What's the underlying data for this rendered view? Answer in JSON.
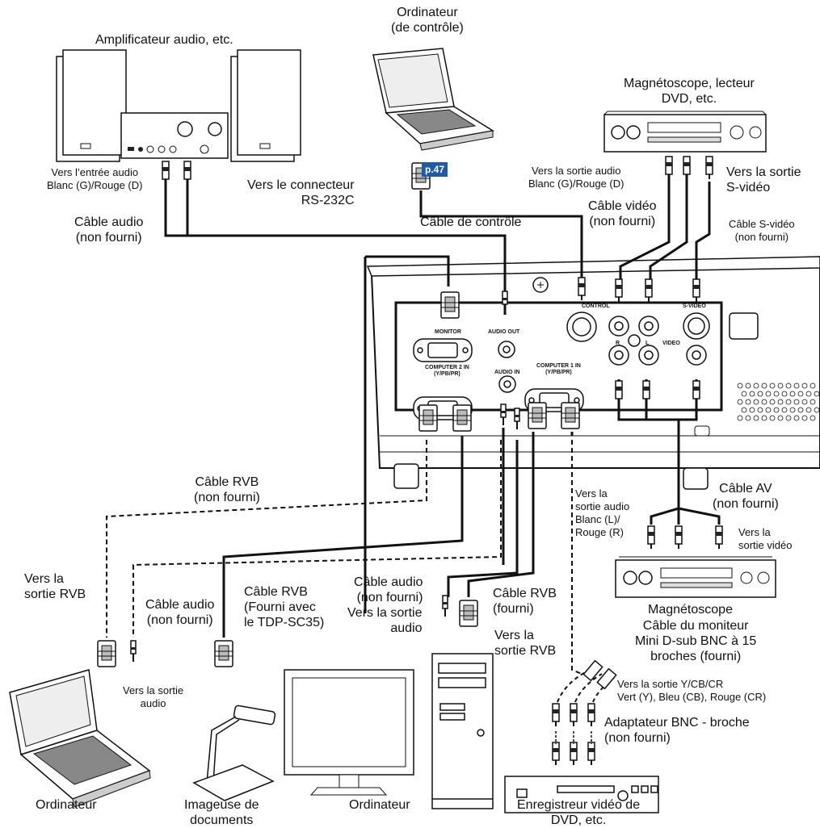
{
  "labels": {
    "amp": "Amplificateur audio, etc.",
    "pc_control_1": "Ordinateur",
    "pc_control_2": "(de contrôle)",
    "vcr_top_1": "Magnétoscope, lecteur",
    "vcr_top_2": "DVD, etc.",
    "to_audio_in_1": "Vers l’entrée audio",
    "to_audio_in_2": "Blanc (G)/Rouge (D)",
    "to_rs232_1": "Vers le connecteur",
    "to_rs232_2": "RS-232C",
    "page_ref": "p.47",
    "to_audio_out_top_1": "Vers la sortie audio",
    "to_audio_out_top_2": "Blanc (G)/Rouge (D)",
    "to_svideo_out_1": "Vers la sortie",
    "to_svideo_out_2": "S-vidéo",
    "audio_cable_top_1": "Câble audio",
    "audio_cable_top_2": "(non fourni)",
    "control_cable": "Câble de contrôle",
    "video_cable_1": "Câble vidéo",
    "video_cable_2": "(non fourni)",
    "svideo_cable_1": "Câble S-vidéo",
    "svideo_cable_2": "(non fourni)",
    "rgb_cable_left_1": "Câble RVB",
    "rgb_cable_left_2": "(non fourni)",
    "to_audio_out_mid_1": "Vers la",
    "to_audio_out_mid_2": "sortie audio",
    "to_audio_out_mid_3": "Blanc (L)/",
    "to_audio_out_mid_4": "Rouge (R)",
    "av_cable_1": "Câble AV",
    "av_cable_2": "(non fourni)",
    "to_video_out_1": "Vers la",
    "to_video_out_2": "sortie vidéo",
    "to_rgb_out_left_1": "Vers la",
    "to_rgb_out_left_2": "sortie RVB",
    "audio_cable_left_1": "Câble audio",
    "audio_cable_left_2": "(non fourni)",
    "rgb_cable_doc_1": "Câble RVB",
    "rgb_cable_doc_2": "(Fourni avec",
    "rgb_cable_doc_3": "le TDP-SC35)",
    "audio_cable_mid_1": "Câble audio",
    "audio_cable_mid_2": "(non fourni)",
    "to_audio_out_c_1": "Vers la sortie",
    "to_audio_out_c_2": "audio",
    "rgb_cable_mid_1": "Câble RVB",
    "rgb_cable_mid_2": "(fourni)",
    "to_rgb_out_c_1": "Vers la",
    "to_rgb_out_c_2": "sortie RVB",
    "vcr_bottom": "Magnétoscope",
    "monitor_cable_1": "Câble du moniteur",
    "monitor_cable_2": "Mini D-sub BNC à 15",
    "monitor_cable_3": "broches (fourni)",
    "to_ycbcr_1": "Vers la sortie Y/CB/CR",
    "to_ycbcr_2": "Vert (Y), Bleu (CB), Rouge (CR)",
    "to_audio_out_laptop_1": "Vers la sortie",
    "to_audio_out_laptop_2": "audio",
    "bnc_adapter_1": "Adaptateur BNC - broche",
    "bnc_adapter_2": "(non fourni)",
    "pc_laptop": "Ordinateur",
    "doc_camera_1": "Imageuse de",
    "doc_camera_2": "documents",
    "pc_desktop": "Ordinateur",
    "dvd_recorder_1": "Enregistreur vidéo de",
    "dvd_recorder_2": "DVD, etc."
  },
  "ports": {
    "control": "CONTROL",
    "svideo": "S-VIDEO",
    "monitor": "MONITOR",
    "audio_out": "AUDIO OUT",
    "r": "R",
    "l": "L",
    "video": "VIDEO",
    "computer2": "COMPUTER 2 IN",
    "computer2_sub": "(Y/PB/PR)",
    "audio_in": "AUDIO IN",
    "computer1": "COMPUTER 1 IN",
    "computer1_sub": "(Y/PB/PR)"
  }
}
